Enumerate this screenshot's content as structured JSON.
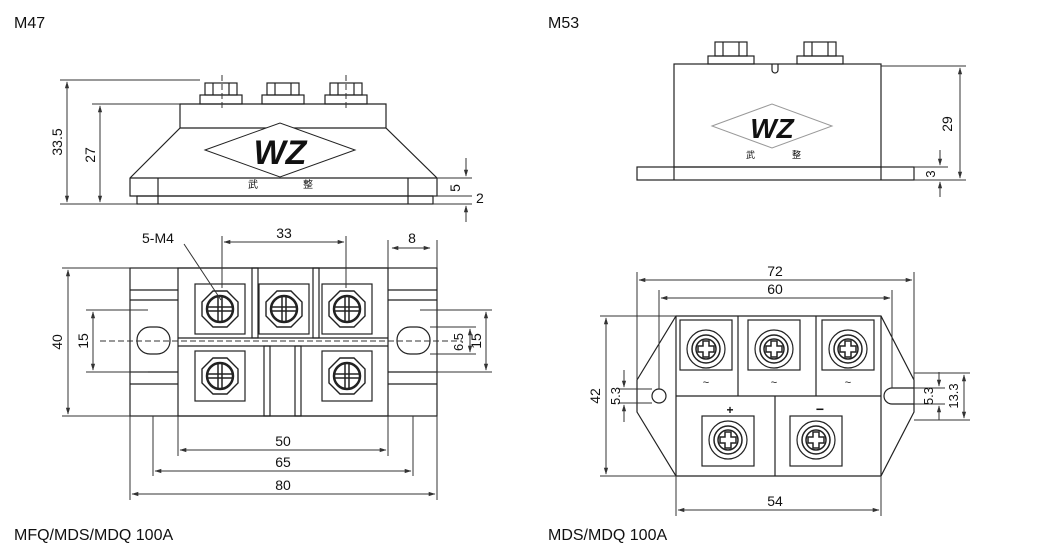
{
  "titles": {
    "left_model": "M47",
    "right_model": "M53",
    "left_caption": "MFQ/MDS/MDQ    100A",
    "right_caption": "MDS/MDQ  100A"
  },
  "logo": {
    "text": "WZ",
    "char1": "武",
    "char2": "整"
  },
  "m47": {
    "dims": {
      "h_total": "33.5",
      "h_body": "27",
      "base": "5",
      "plate": "2",
      "screw_spec": "5-M4",
      "pitch": "33",
      "tab": "8",
      "w40": "40",
      "w15": "15",
      "hole": "6.5",
      "hole_r": "15",
      "w50": "50",
      "w65": "65",
      "w80": "80"
    }
  },
  "m53": {
    "dims": {
      "h29": "29",
      "h3": "3",
      "w72": "72",
      "w60": "60",
      "h42": "42",
      "hole53": "5.3",
      "hole53r": "5.3",
      "h133": "13.3",
      "w54": "54"
    },
    "terminals": {
      "ac": "~",
      "plus": "+",
      "minus": "−"
    }
  }
}
